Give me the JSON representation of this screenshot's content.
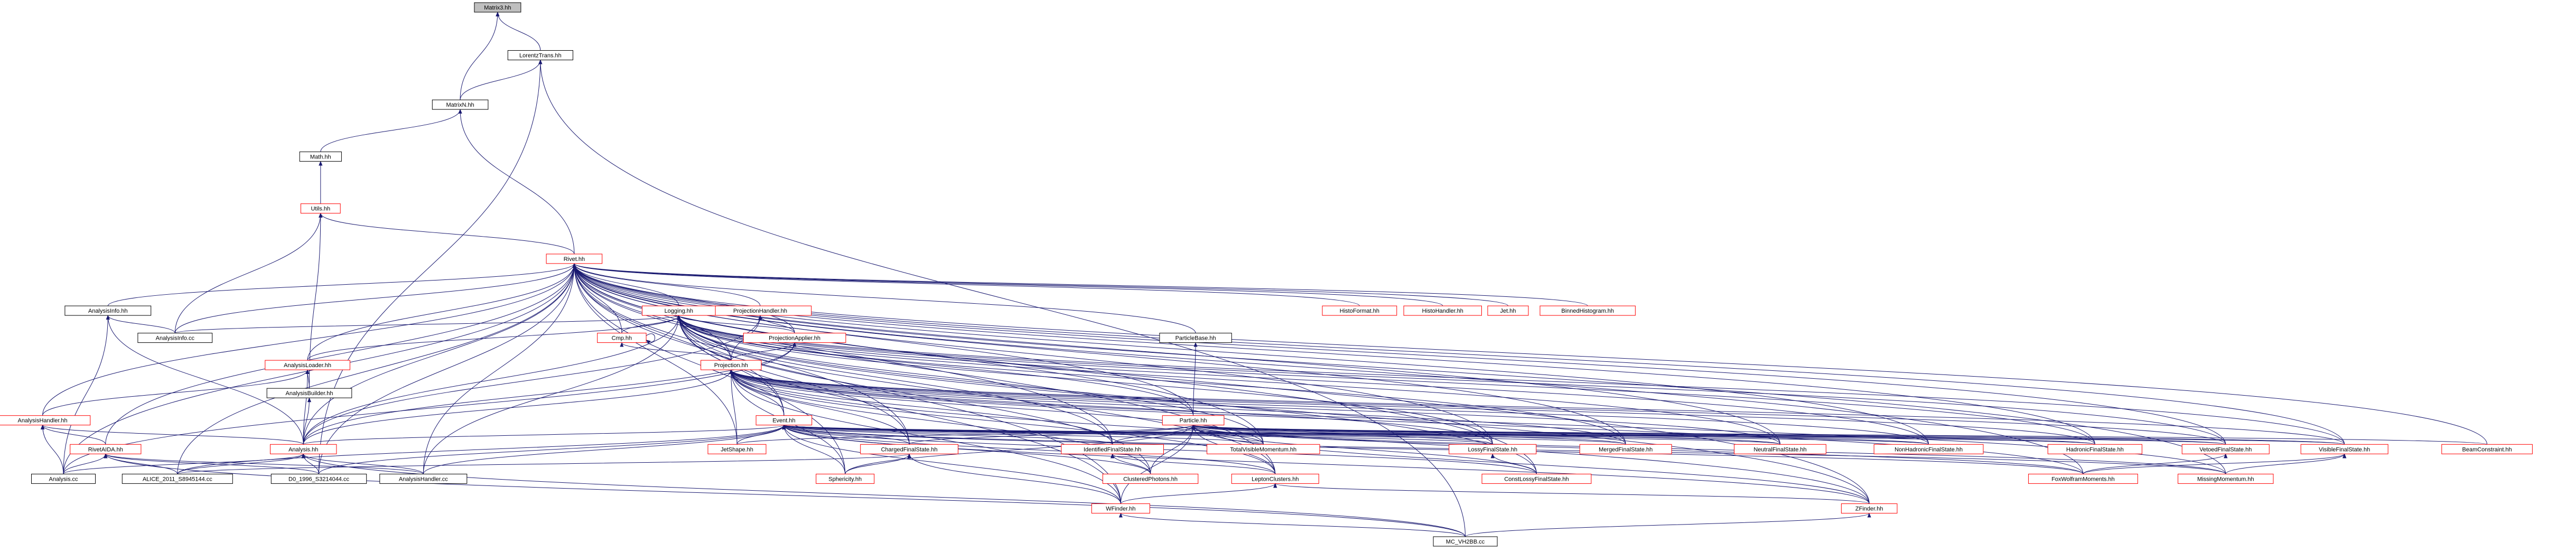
{
  "graph": {
    "nodes": [
      {
        "id": "matrix3",
        "label": "Matrix3.hh",
        "style": "focus"
      },
      {
        "id": "lorentztrans",
        "label": "LorentzTrans.hh",
        "style": "normal"
      },
      {
        "id": "matrixn",
        "label": "MatrixN.hh",
        "style": "normal"
      },
      {
        "id": "mathhh",
        "label": "Math.hh",
        "style": "normal"
      },
      {
        "id": "utils",
        "label": "Utils.hh",
        "style": "red"
      },
      {
        "id": "rivet",
        "label": "Rivet.hh",
        "style": "red"
      },
      {
        "id": "analysisinfo",
        "label": "AnalysisInfo.hh",
        "style": "normal"
      },
      {
        "id": "analysisinfocc",
        "label": "AnalysisInfo.cc",
        "style": "normal"
      },
      {
        "id": "projectionhandler",
        "label": "ProjectionHandler.hh",
        "style": "red"
      },
      {
        "id": "logging",
        "label": "Logging.hh",
        "style": "red"
      },
      {
        "id": "projectionapplier",
        "label": "ProjectionApplier.hh",
        "style": "red"
      },
      {
        "id": "cmp",
        "label": "Cmp.hh",
        "style": "red"
      },
      {
        "id": "particlebase",
        "label": "ParticleBase.hh",
        "style": "normal"
      },
      {
        "id": "projection",
        "label": "Projection.hh",
        "style": "red"
      },
      {
        "id": "histoformat",
        "label": "HistoFormat.hh",
        "style": "red"
      },
      {
        "id": "histohandler",
        "label": "HistoHandler.hh",
        "style": "red"
      },
      {
        "id": "jet",
        "label": "Jet.hh",
        "style": "red"
      },
      {
        "id": "binnedhistogram",
        "label": "BinnedHistogram.hh",
        "style": "red"
      },
      {
        "id": "analysisloader",
        "label": "AnalysisLoader.hh",
        "style": "red"
      },
      {
        "id": "analysisbuilder",
        "label": "AnalysisBuilder.hh",
        "style": "normal"
      },
      {
        "id": "analysishandlerhh",
        "label": "AnalysisHandler.hh",
        "style": "red"
      },
      {
        "id": "rivetaida",
        "label": "RivetAIDA.hh",
        "style": "red"
      },
      {
        "id": "analysishh",
        "label": "Analysis.hh",
        "style": "red"
      },
      {
        "id": "event",
        "label": "Event.hh",
        "style": "red"
      },
      {
        "id": "particle",
        "label": "Particle.hh",
        "style": "red"
      },
      {
        "id": "jetshape",
        "label": "JetShape.hh",
        "style": "red"
      },
      {
        "id": "chargedfs",
        "label": "ChargedFinalState.hh",
        "style": "red"
      },
      {
        "id": "identifiedfs",
        "label": "IdentifiedFinalState.hh",
        "style": "red"
      },
      {
        "id": "totalvisible",
        "label": "TotalVisibleMomentum.hh",
        "style": "red"
      },
      {
        "id": "lossyfs",
        "label": "LossyFinalState.hh",
        "style": "red"
      },
      {
        "id": "mergedfs",
        "label": "MergedFinalState.hh",
        "style": "red"
      },
      {
        "id": "neutralfs",
        "label": "NeutralFinalState.hh",
        "style": "red"
      },
      {
        "id": "nonhadronicfs",
        "label": "NonHadronicFinalState.hh",
        "style": "red"
      },
      {
        "id": "hadronicfs",
        "label": "HadronicFinalState.hh",
        "style": "red"
      },
      {
        "id": "vetoedfs",
        "label": "VetoedFinalState.hh",
        "style": "red"
      },
      {
        "id": "visiblefs",
        "label": "VisibleFinalState.hh",
        "style": "red"
      },
      {
        "id": "beamconstraint",
        "label": "BeamConstraint.hh",
        "style": "red"
      },
      {
        "id": "analysiscc",
        "label": "Analysis.cc",
        "style": "normal"
      },
      {
        "id": "alice",
        "label": "ALICE_2011_S8945144.cc",
        "style": "normal"
      },
      {
        "id": "d0",
        "label": "D0_1996_S3214044.cc",
        "style": "normal"
      },
      {
        "id": "analysishandlercc",
        "label": "AnalysisHandler.cc",
        "style": "normal"
      },
      {
        "id": "sphericity",
        "label": "Sphericity.hh",
        "style": "red"
      },
      {
        "id": "clusteredphotons",
        "label": "ClusteredPhotons.hh",
        "style": "red"
      },
      {
        "id": "leptonclusters",
        "label": "LeptonClusters.hh",
        "style": "red"
      },
      {
        "id": "constlossyfs",
        "label": "ConstLossyFinalState.hh",
        "style": "red"
      },
      {
        "id": "foxwolfram",
        "label": "FoxWolframMoments.hh",
        "style": "red"
      },
      {
        "id": "missingmomentum",
        "label": "MissingMomentum.hh",
        "style": "red"
      },
      {
        "id": "wfinder",
        "label": "WFinder.hh",
        "style": "red"
      },
      {
        "id": "zfinder",
        "label": "ZFinder.hh",
        "style": "red"
      },
      {
        "id": "mcvh",
        "label": "MC_VH2BB.cc",
        "style": "normal"
      }
    ],
    "edges": [
      [
        "matrix3",
        "lorentztrans"
      ],
      [
        "matrix3",
        "matrixn"
      ],
      [
        "lorentztrans",
        "matrixn"
      ],
      [
        "lorentztrans",
        "d0"
      ],
      [
        "lorentztrans",
        "mcvh"
      ],
      [
        "matrixn",
        "mathhh"
      ],
      [
        "matrixn",
        "rivet"
      ],
      [
        "mathhh",
        "utils"
      ],
      [
        "utils",
        "rivet"
      ],
      [
        "utils",
        "analysisinfocc"
      ],
      [
        "utils",
        "analysisbuilder"
      ],
      [
        "rivet",
        "analysisinfo"
      ],
      [
        "rivet",
        "analysisinfocc"
      ],
      [
        "rivet",
        "projectionhandler"
      ],
      [
        "rivet",
        "logging"
      ],
      [
        "rivet",
        "projectionapplier"
      ],
      [
        "rivet",
        "cmp"
      ],
      [
        "rivet",
        "particlebase"
      ],
      [
        "rivet",
        "projection"
      ],
      [
        "rivet",
        "histoformat"
      ],
      [
        "rivet",
        "histohandler"
      ],
      [
        "rivet",
        "jet"
      ],
      [
        "rivet",
        "binnedhistogram"
      ],
      [
        "rivet",
        "analysisloader"
      ],
      [
        "rivet",
        "analysishandlerhh"
      ],
      [
        "rivet",
        "rivetaida"
      ],
      [
        "rivet",
        "analysishh"
      ],
      [
        "rivet",
        "event"
      ],
      [
        "rivet",
        "particle"
      ],
      [
        "rivet",
        "jetshape"
      ],
      [
        "rivet",
        "chargedfs"
      ],
      [
        "rivet",
        "identifiedfs"
      ],
      [
        "rivet",
        "totalvisible"
      ],
      [
        "rivet",
        "lossyfs"
      ],
      [
        "rivet",
        "mergedfs"
      ],
      [
        "rivet",
        "neutralfs"
      ],
      [
        "rivet",
        "nonhadronicfs"
      ],
      [
        "rivet",
        "hadronicfs"
      ],
      [
        "rivet",
        "vetoedfs"
      ],
      [
        "rivet",
        "visiblefs"
      ],
      [
        "rivet",
        "beamconstraint"
      ],
      [
        "rivet",
        "analysiscc"
      ],
      [
        "rivet",
        "alice"
      ],
      [
        "rivet",
        "d0"
      ],
      [
        "rivet",
        "analysishandlercc"
      ],
      [
        "rivet",
        "sphericity"
      ],
      [
        "rivet",
        "leptonclusters"
      ],
      [
        "rivet",
        "constlossyfs"
      ],
      [
        "rivet",
        "foxwolfram"
      ],
      [
        "rivet",
        "missingmomentum"
      ],
      [
        "rivet",
        "wfinder"
      ],
      [
        "rivet",
        "zfinder"
      ],
      [
        "analysisinfo",
        "analysisinfocc"
      ],
      [
        "analysisinfo",
        "analysishh"
      ],
      [
        "analysisinfo",
        "analysiscc"
      ],
      [
        "projectionhandler",
        "projectionapplier"
      ],
      [
        "projectionhandler",
        "projection"
      ],
      [
        "projectionhandler",
        "analysishh"
      ],
      [
        "logging",
        "analysisinfocc"
      ],
      [
        "logging",
        "projectionapplier"
      ],
      [
        "logging",
        "cmp"
      ],
      [
        "logging",
        "projection"
      ],
      [
        "logging",
        "analysisloader"
      ],
      [
        "logging",
        "analysishh"
      ],
      [
        "logging",
        "event"
      ],
      [
        "logging",
        "particle"
      ],
      [
        "logging",
        "chargedfs"
      ],
      [
        "logging",
        "identifiedfs"
      ],
      [
        "logging",
        "totalvisible"
      ],
      [
        "logging",
        "lossyfs"
      ],
      [
        "logging",
        "mergedfs"
      ],
      [
        "logging",
        "neutralfs"
      ],
      [
        "logging",
        "nonhadronicfs"
      ],
      [
        "logging",
        "hadronicfs"
      ],
      [
        "logging",
        "vetoedfs"
      ],
      [
        "logging",
        "visiblefs"
      ],
      [
        "logging",
        "clusteredphotons"
      ],
      [
        "logging",
        "leptonclusters"
      ],
      [
        "logging",
        "constlossyfs"
      ],
      [
        "logging",
        "wfinder"
      ],
      [
        "logging",
        "zfinder"
      ],
      [
        "logging",
        "analysishandlercc"
      ],
      [
        "projectionapplier",
        "projection"
      ],
      [
        "projectionapplier",
        "analysishh"
      ],
      [
        "projectionapplier",
        "analysiscc"
      ],
      [
        "cmp",
        "projection"
      ],
      [
        "cmp",
        "cmp"
      ],
      [
        "particlebase",
        "particle"
      ],
      [
        "projection",
        "analysishh"
      ],
      [
        "projection",
        "event"
      ],
      [
        "projection",
        "jetshape"
      ],
      [
        "projection",
        "chargedfs"
      ],
      [
        "projection",
        "identifiedfs"
      ],
      [
        "projection",
        "totalvisible"
      ],
      [
        "projection",
        "lossyfs"
      ],
      [
        "projection",
        "mergedfs"
      ],
      [
        "projection",
        "neutralfs"
      ],
      [
        "projection",
        "nonhadronicfs"
      ],
      [
        "projection",
        "hadronicfs"
      ],
      [
        "projection",
        "vetoedfs"
      ],
      [
        "projection",
        "visiblefs"
      ],
      [
        "projection",
        "sphericity"
      ],
      [
        "projection",
        "clusteredphotons"
      ],
      [
        "projection",
        "leptonclusters"
      ],
      [
        "projection",
        "foxwolfram"
      ],
      [
        "projection",
        "missingmomentum"
      ],
      [
        "projection",
        "wfinder"
      ],
      [
        "projection",
        "zfinder"
      ],
      [
        "analysisloader",
        "analysishandlerhh"
      ],
      [
        "analysisloader",
        "analysisbuilder"
      ],
      [
        "analysisloader",
        "analysishh"
      ],
      [
        "analysisbuilder",
        "analysishh"
      ],
      [
        "analysishandlerhh",
        "rivetaida"
      ],
      [
        "analysishandlerhh",
        "analysishh"
      ],
      [
        "analysishandlerhh",
        "analysiscc"
      ],
      [
        "rivetaida",
        "analysiscc"
      ],
      [
        "rivetaida",
        "alice"
      ],
      [
        "rivetaida",
        "d0"
      ],
      [
        "rivetaida",
        "analysishandlercc"
      ],
      [
        "rivetaida",
        "mcvh"
      ],
      [
        "analysishh",
        "analysiscc"
      ],
      [
        "analysishh",
        "alice"
      ],
      [
        "analysishh",
        "d0"
      ],
      [
        "analysishh",
        "analysishandlercc"
      ],
      [
        "analysishh",
        "mcvh"
      ],
      [
        "event",
        "analysishh"
      ],
      [
        "event",
        "jetshape"
      ],
      [
        "event",
        "chargedfs"
      ],
      [
        "event",
        "identifiedfs"
      ],
      [
        "event",
        "totalvisible"
      ],
      [
        "event",
        "lossyfs"
      ],
      [
        "event",
        "mergedfs"
      ],
      [
        "event",
        "neutralfs"
      ],
      [
        "event",
        "nonhadronicfs"
      ],
      [
        "event",
        "hadronicfs"
      ],
      [
        "event",
        "vetoedfs"
      ],
      [
        "event",
        "visiblefs"
      ],
      [
        "event",
        "sphericity"
      ],
      [
        "event",
        "clusteredphotons"
      ],
      [
        "event",
        "leptonclusters"
      ],
      [
        "event",
        "constlossyfs"
      ],
      [
        "event",
        "foxwolfram"
      ],
      [
        "event",
        "missingmomentum"
      ],
      [
        "event",
        "wfinder"
      ],
      [
        "event",
        "zfinder"
      ],
      [
        "event",
        "alice"
      ],
      [
        "event",
        "d0"
      ],
      [
        "event",
        "analysishandlercc"
      ],
      [
        "particle",
        "jetshape"
      ],
      [
        "particle",
        "chargedfs"
      ],
      [
        "particle",
        "identifiedfs"
      ],
      [
        "particle",
        "totalvisible"
      ],
      [
        "particle",
        "lossyfs"
      ],
      [
        "particle",
        "mergedfs"
      ],
      [
        "particle",
        "neutralfs"
      ],
      [
        "particle",
        "nonhadronicfs"
      ],
      [
        "particle",
        "hadronicfs"
      ],
      [
        "particle",
        "vetoedfs"
      ],
      [
        "particle",
        "visiblefs"
      ],
      [
        "particle",
        "beamconstraint"
      ],
      [
        "particle",
        "sphericity"
      ],
      [
        "particle",
        "clusteredphotons"
      ],
      [
        "particle",
        "leptonclusters"
      ],
      [
        "particle",
        "constlossyfs"
      ],
      [
        "particle",
        "foxwolfram"
      ],
      [
        "particle",
        "missingmomentum"
      ],
      [
        "particle",
        "wfinder"
      ],
      [
        "particle",
        "zfinder"
      ],
      [
        "chargedfs",
        "alice"
      ],
      [
        "chargedfs",
        "sphericity"
      ],
      [
        "chargedfs",
        "wfinder"
      ],
      [
        "identifiedfs",
        "clusteredphotons"
      ],
      [
        "identifiedfs",
        "leptonclusters"
      ],
      [
        "lossyfs",
        "constlossyfs"
      ],
      [
        "vetoedfs",
        "foxwolfram"
      ],
      [
        "visiblefs",
        "foxwolfram"
      ],
      [
        "visiblefs",
        "missingmomentum"
      ],
      [
        "leptonclusters",
        "wfinder"
      ],
      [
        "leptonclusters",
        "zfinder"
      ],
      [
        "wfinder",
        "mcvh"
      ],
      [
        "zfinder",
        "mcvh"
      ]
    ]
  }
}
